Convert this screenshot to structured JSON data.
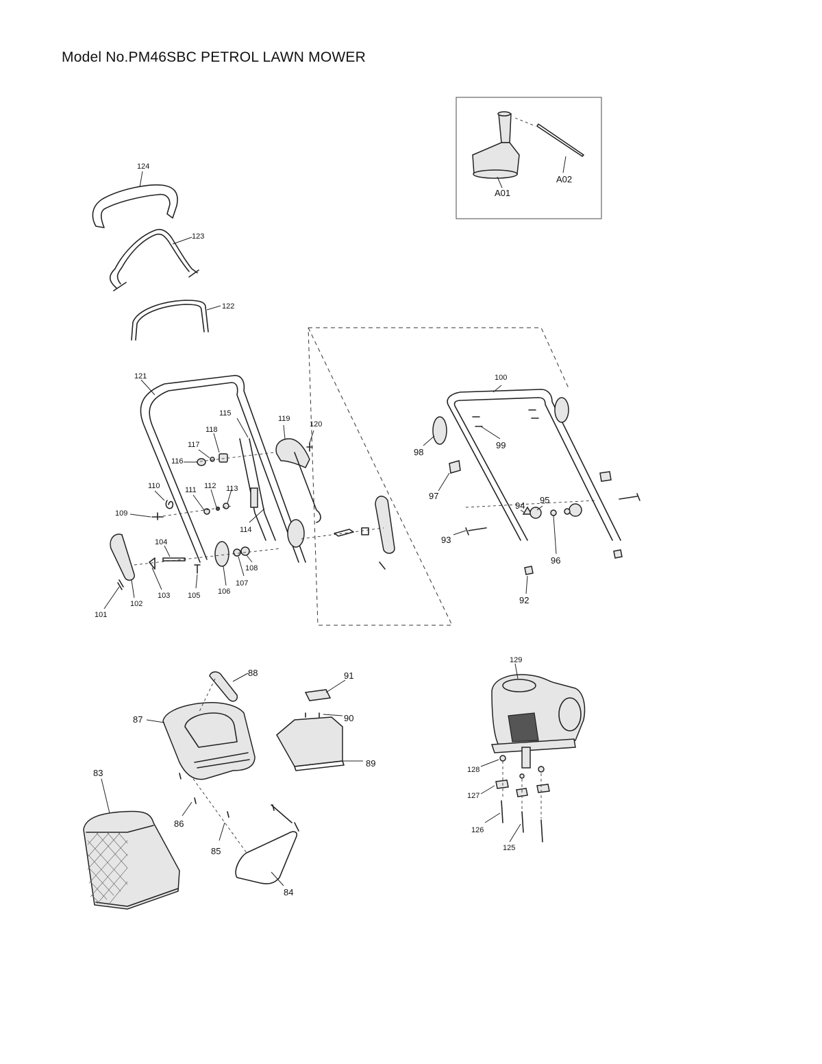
{
  "title": "Model No.PM46SBC PETROL LAWN MOWER",
  "parts": [
    {
      "no": "A01"
    },
    {
      "no": "A02"
    },
    {
      "no": "124"
    },
    {
      "no": "123"
    },
    {
      "no": "122"
    },
    {
      "no": "121"
    },
    {
      "no": "100"
    },
    {
      "no": "115"
    },
    {
      "no": "119"
    },
    {
      "no": "120"
    },
    {
      "no": "118"
    },
    {
      "no": "117"
    },
    {
      "no": "116"
    },
    {
      "no": "98"
    },
    {
      "no": "99"
    },
    {
      "no": "97"
    },
    {
      "no": "110"
    },
    {
      "no": "111"
    },
    {
      "no": "112"
    },
    {
      "no": "113"
    },
    {
      "no": "94"
    },
    {
      "no": "95"
    },
    {
      "no": "109"
    },
    {
      "no": "114"
    },
    {
      "no": "104"
    },
    {
      "no": "93"
    },
    {
      "no": "96"
    },
    {
      "no": "108"
    },
    {
      "no": "107"
    },
    {
      "no": "92"
    },
    {
      "no": "106"
    },
    {
      "no": "103"
    },
    {
      "no": "105"
    },
    {
      "no": "102"
    },
    {
      "no": "101"
    },
    {
      "no": "129"
    },
    {
      "no": "88"
    },
    {
      "no": "91"
    },
    {
      "no": "87"
    },
    {
      "no": "90"
    },
    {
      "no": "89"
    },
    {
      "no": "128"
    },
    {
      "no": "83"
    },
    {
      "no": "127"
    },
    {
      "no": "86"
    },
    {
      "no": "126"
    },
    {
      "no": "85"
    },
    {
      "no": "125"
    },
    {
      "no": "84"
    }
  ]
}
